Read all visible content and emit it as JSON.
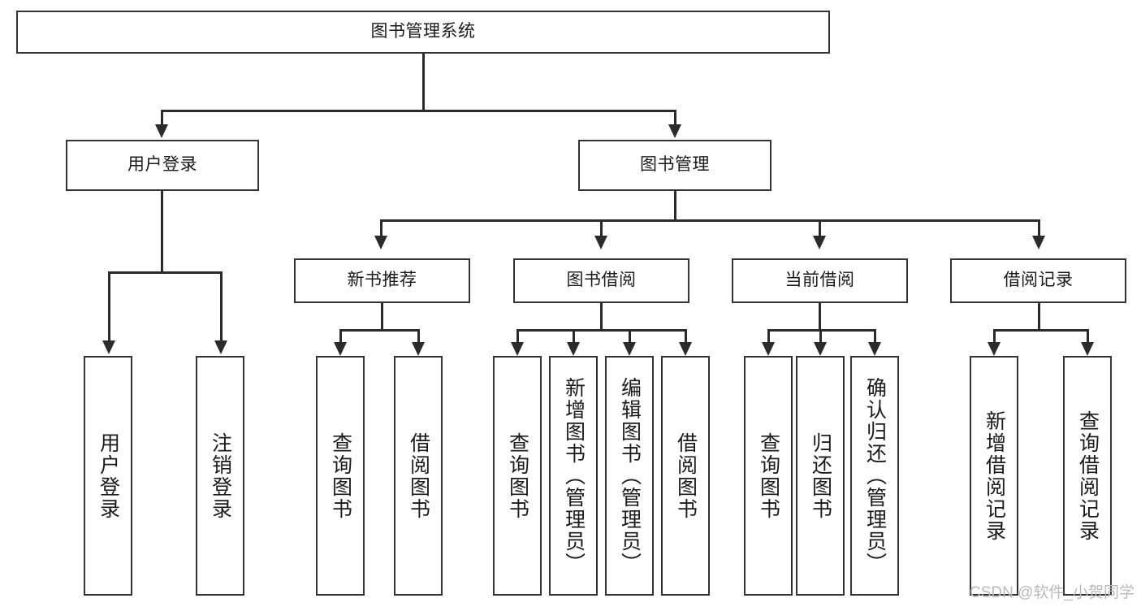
{
  "diagram": {
    "type": "tree-hierarchy",
    "title": "图书管理系统",
    "root": {
      "label": "图书管理系统"
    },
    "level2": [
      {
        "label": "用户登录"
      },
      {
        "label": "图书管理"
      }
    ],
    "level3": [
      {
        "label": "新书推荐"
      },
      {
        "label": "图书借阅"
      },
      {
        "label": "当前借阅"
      },
      {
        "label": "借阅记录"
      }
    ],
    "leaves": {
      "user_login": [
        {
          "label": "用户登录"
        },
        {
          "label": "注销登录"
        }
      ],
      "new_book_recommend": [
        {
          "label": "查询图书"
        },
        {
          "label": "借阅图书"
        }
      ],
      "book_borrow": [
        {
          "label": "查询图书"
        },
        {
          "label": "新增图书（管理员）"
        },
        {
          "label": "编辑图书（管理员）"
        },
        {
          "label": "借阅图书"
        }
      ],
      "current_borrow": [
        {
          "label": "查询图书"
        },
        {
          "label": "归还图书"
        },
        {
          "label": "确认归还（管理员）"
        }
      ],
      "borrow_record": [
        {
          "label": "新增借阅记录"
        },
        {
          "label": "查询借阅记录"
        }
      ]
    }
  },
  "watermark": {
    "text": "CSDN @软件_小贺同学"
  },
  "colors": {
    "box_border": "#333333",
    "line": "#2b2b2b",
    "background": "#ffffff",
    "watermark": "#b9b9b9"
  }
}
